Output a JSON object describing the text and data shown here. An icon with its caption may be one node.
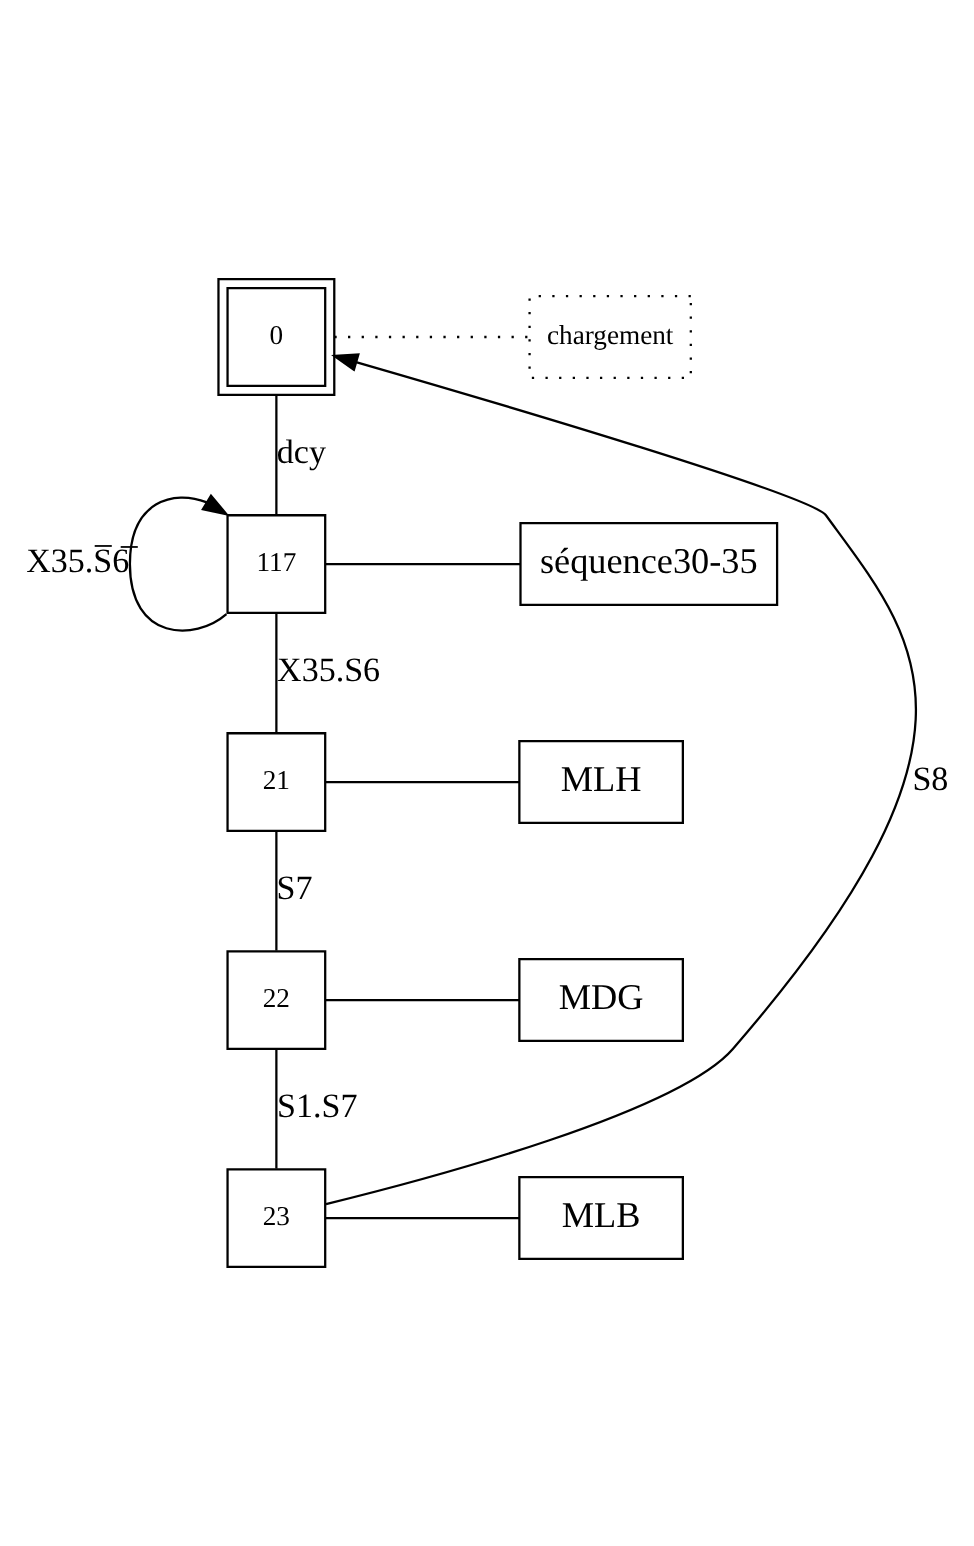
{
  "diagram": {
    "nodes": [
      {
        "text": [
          "0"
        ]
      },
      {
        "text": [
          "chargement"
        ]
      },
      {
        "text": [
          "117"
        ]
      },
      {
        "text": [
          "séquence30-35"
        ]
      },
      {
        "text": [
          "21"
        ]
      },
      {
        "text": [
          "MLH"
        ]
      },
      {
        "text": [
          "22"
        ]
      },
      {
        "text": [
          "MDG"
        ]
      },
      {
        "text": [
          "23"
        ]
      },
      {
        "text": [
          "MLB"
        ]
      }
    ],
    "edges": [
      {
        "from": 0,
        "to": 1,
        "arrow": "none",
        "style": "dashed"
      },
      {
        "from": 0,
        "to": 2,
        "arrow": "none",
        "label": "dcy"
      },
      {
        "from": 2,
        "to": 3,
        "arrow": "none"
      },
      {
        "from": 2,
        "to": 2,
        "arrow": "to",
        "label": "X35.S̅6̅"
      },
      {
        "from": 2,
        "to": 4,
        "arrow": "none",
        "label": "X35.S6"
      },
      {
        "from": 4,
        "to": 5,
        "arrow": "none"
      },
      {
        "from": 4,
        "to": 6,
        "arrow": "none",
        "label": "S7"
      },
      {
        "from": 6,
        "to": 7,
        "arrow": "none"
      },
      {
        "from": 6,
        "to": 8,
        "arrow": "none",
        "label": "S1.S7"
      },
      {
        "from": 8,
        "to": 9,
        "arrow": "none"
      },
      {
        "from": 8,
        "to": 0,
        "arrow": "to",
        "label": "S8"
      }
    ]
  }
}
